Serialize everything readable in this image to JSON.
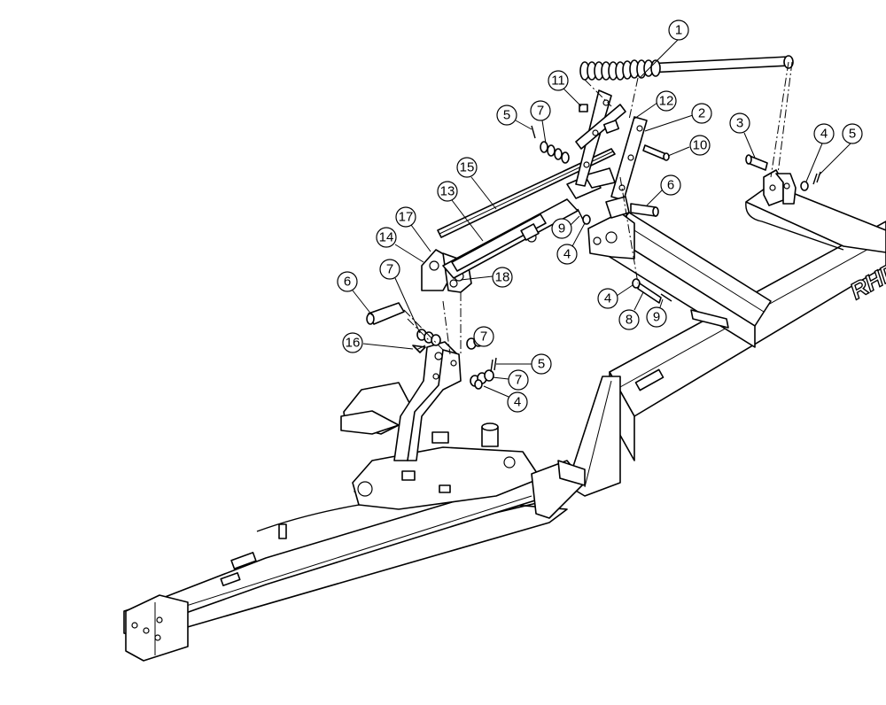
{
  "callouts": [
    {
      "label": "1"
    },
    {
      "label": "11"
    },
    {
      "label": "12"
    },
    {
      "label": "2"
    },
    {
      "label": "3"
    },
    {
      "label": "4"
    },
    {
      "label": "5"
    },
    {
      "label": "5"
    },
    {
      "label": "7"
    },
    {
      "label": "10"
    },
    {
      "label": "6"
    },
    {
      "label": "15"
    },
    {
      "label": "13"
    },
    {
      "label": "9"
    },
    {
      "label": "4"
    },
    {
      "label": "17"
    },
    {
      "label": "14"
    },
    {
      "label": "18"
    },
    {
      "label": "6"
    },
    {
      "label": "7"
    },
    {
      "label": "7"
    },
    {
      "label": "4"
    },
    {
      "label": "8"
    },
    {
      "label": "9"
    },
    {
      "label": "16"
    },
    {
      "label": "5"
    },
    {
      "label": "7"
    },
    {
      "label": "4"
    }
  ],
  "logo_text": "RHD"
}
